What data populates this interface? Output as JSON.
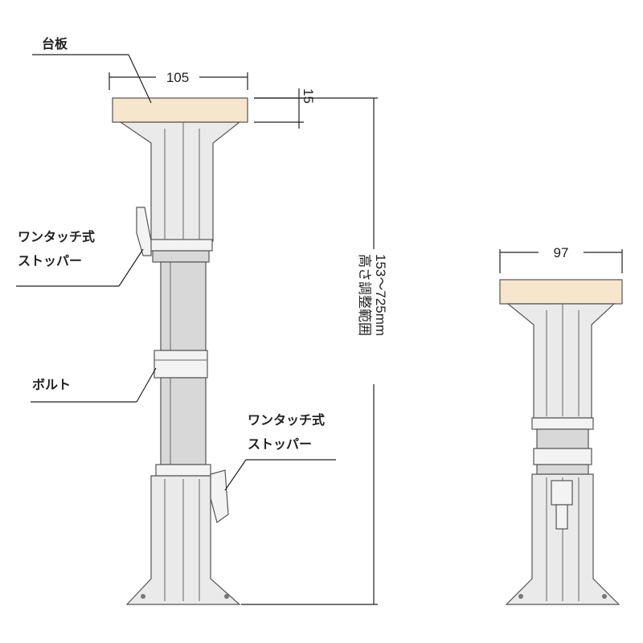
{
  "labels": {
    "base_plate": "台板",
    "stopper_top_l1": "ワンタッチ式",
    "stopper_top_l2": "ストッパー",
    "bolt": "ボルト",
    "stopper_bottom_l1": "ワンタッチ式",
    "stopper_bottom_l2": "ストッパー",
    "height_range_label": "高さ調整範囲",
    "height_range_value": "153～725mm"
  },
  "dimensions": {
    "plate_width_left": "105",
    "plate_thickness": "15",
    "plate_width_right": "97"
  },
  "colors": {
    "plate": "#f5e6cc",
    "metal": "#eaeaea",
    "line": "#222222"
  }
}
